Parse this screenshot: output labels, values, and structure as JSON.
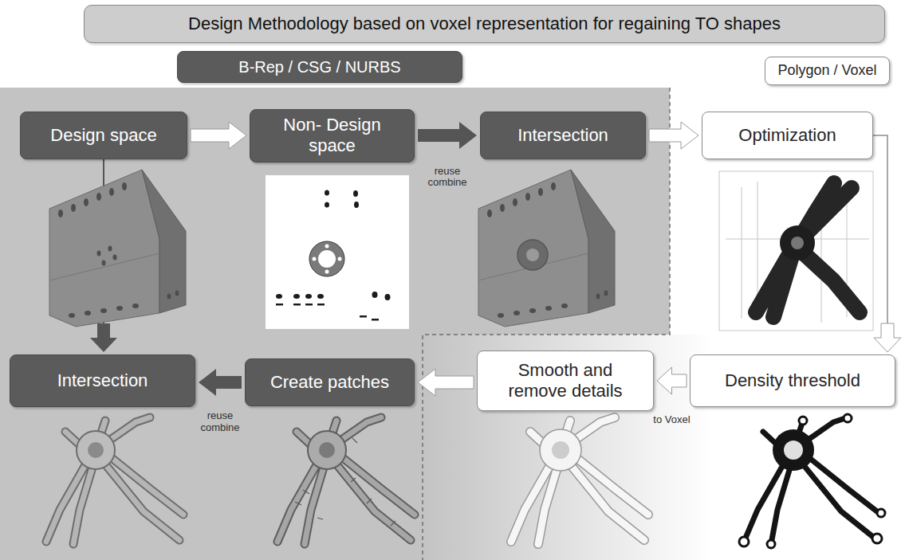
{
  "diagram": {
    "title": "Design Methodology based on voxel representation for regaining TO shapes",
    "nodes": [
      {
        "text": [
          "B-Rep / CSG / NURBS"
        ]
      },
      {
        "text": [
          "Polygon / Voxel"
        ]
      },
      {
        "text": [
          "Design space"
        ]
      },
      {
        "text": [
          "Non- Design space"
        ]
      },
      {
        "text": [
          "Intersection"
        ]
      },
      {
        "text": [
          "Optimization"
        ]
      },
      {
        "text": [
          "Intersection"
        ]
      },
      {
        "text": [
          "Create patches"
        ]
      },
      {
        "text": [
          "Smooth and remove details"
        ]
      },
      {
        "text": [
          "Density threshold"
        ]
      }
    ],
    "edges": [
      {
        "from": 2,
        "to": 3,
        "arrow": "to"
      },
      {
        "from": 3,
        "to": 4,
        "label": "reuse combine",
        "arrow": "to"
      },
      {
        "from": 4,
        "to": 5,
        "arrow": "to"
      },
      {
        "from": 5,
        "to": 9,
        "arrow": "to"
      },
      {
        "from": 9,
        "to": 8,
        "label": "to Voxel",
        "arrow": "to"
      },
      {
        "from": 8,
        "to": 7,
        "arrow": "to"
      },
      {
        "from": 7,
        "to": 6,
        "label": "reuse combine",
        "arrow": "to"
      },
      {
        "from": 2,
        "to": 6,
        "arrow": "to"
      }
    ]
  }
}
